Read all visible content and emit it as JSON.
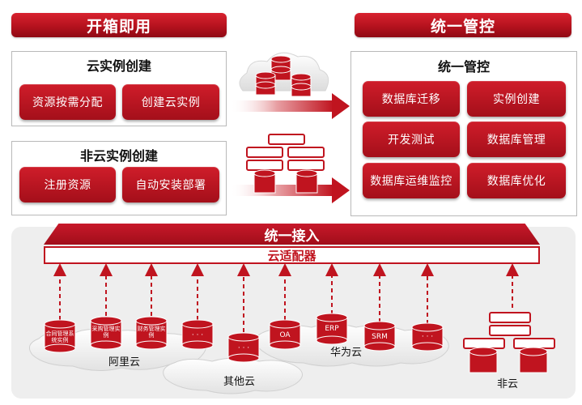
{
  "left": {
    "header": "开箱即用",
    "cloud_panel": {
      "title": "云实例创建",
      "buttons": [
        "资源按需分配",
        "创建云实例"
      ]
    },
    "noncloud_panel": {
      "title": "非云实例创建",
      "buttons": [
        "注册资源",
        "自动安装部署"
      ]
    }
  },
  "right": {
    "header": "统一管控",
    "panel_title": "统一管控",
    "buttons": [
      "数据库迁移",
      "实例创建",
      "开发测试",
      "数据库管理",
      "数据库运维监控",
      "数据库优化"
    ]
  },
  "bottom": {
    "access_label": "统一接入",
    "adapter_label": "云适配器",
    "db_labels": [
      "合同管理系统实例",
      "采购管理实例",
      "财务管理实例",
      "· · ·",
      "· · ·",
      "OA",
      "ERP",
      "SRM",
      "· · ·"
    ],
    "clouds": [
      "阿里云",
      "其他云",
      "华为云",
      "非云"
    ]
  },
  "colors": {
    "brand_red": "#c0141f",
    "panel_border": "#b9b9b9",
    "bottom_bg": "#eeeeee"
  }
}
